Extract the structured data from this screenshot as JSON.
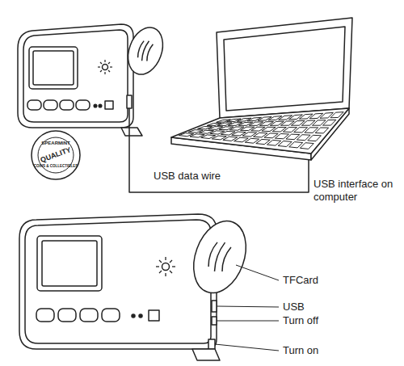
{
  "diagram": {
    "labels": [
      "USB data wire",
      "USB interface on computer",
      "TFCard",
      "USB",
      "Turn off",
      "Turn on",
      "SPEARMINT",
      "QUALITY",
      "COINS & COLLECTIBLES"
    ]
  }
}
